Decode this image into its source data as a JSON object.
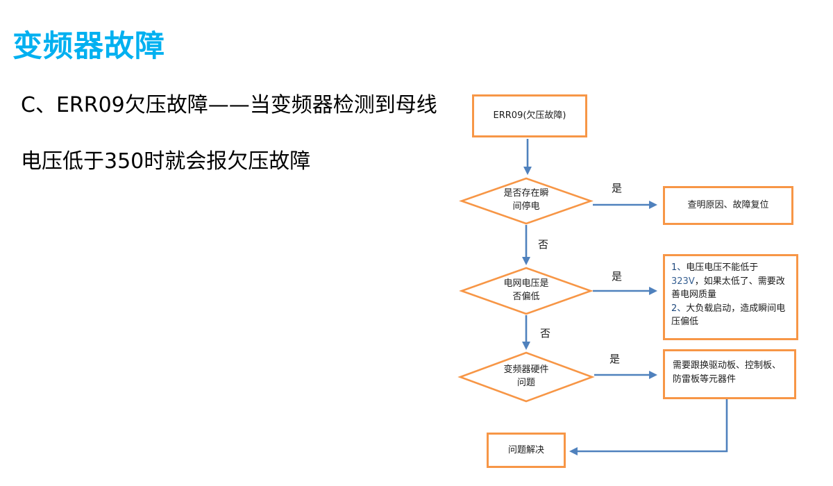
{
  "page": {
    "title": "变频器故障",
    "description_line1": "C、ERR09欠压故障——当变频器检测到母线",
    "description_line2": "电压低于350时就会报欠压故障"
  },
  "colors": {
    "title_accent": "#00B0F0",
    "shape_border_orange": "#F79646",
    "connector_blue": "#4F81BD",
    "list_number_navy": "#1F497D",
    "voltage_highlight_blue": "#376092"
  },
  "flowchart": {
    "start": "ERR09(欠压故障)",
    "decision1": {
      "line1": "是否存在瞬",
      "line2": "间停电"
    },
    "decision2": {
      "line1": "电网电压是",
      "line2": "否偏低"
    },
    "decision3": {
      "line1": "变频器硬件",
      "line2": "问题"
    },
    "result1": "查明原因、故障复位",
    "result2": {
      "item1_num": "1、",
      "item1_text": "电压电压不能低于",
      "item1_highlight": "323V",
      "item1_suffix": "，如果太低了、需要改善电网质量",
      "item2_num": "2、",
      "item2_text": "大负载启动，造成瞬间电压偏低"
    },
    "result3": "需要跟换驱动板、控制板、防雷板等元器件",
    "end": "问题解决",
    "labels": {
      "yes": "是",
      "no": "否"
    }
  }
}
